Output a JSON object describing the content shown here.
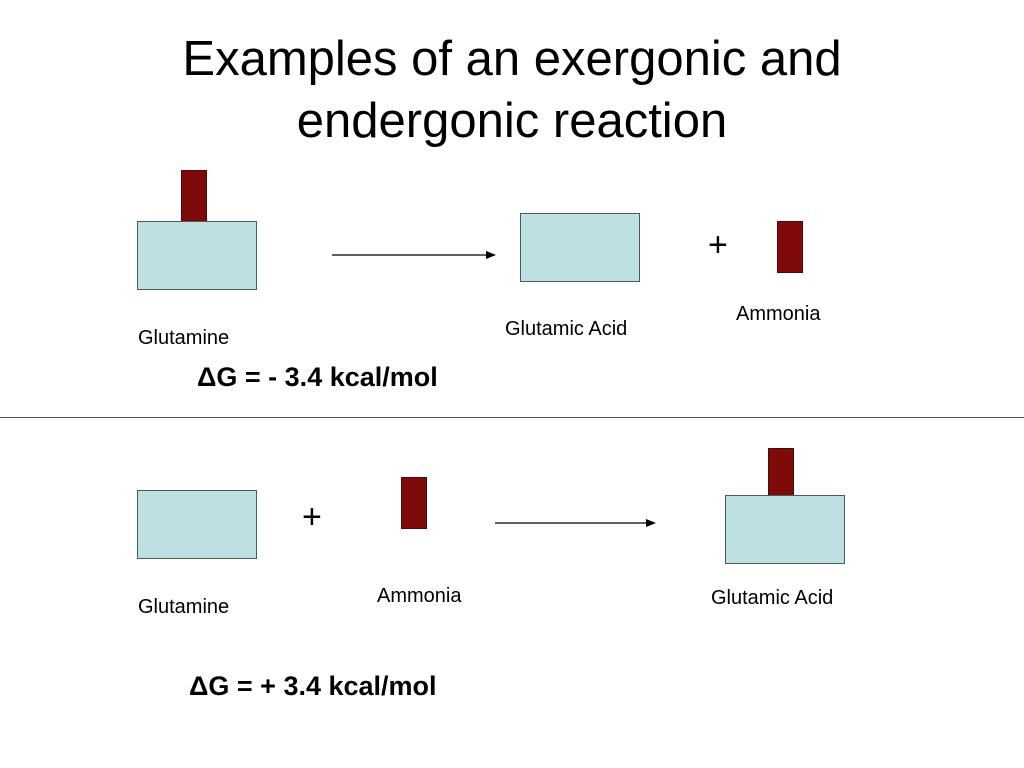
{
  "title": {
    "line1": "Examples of an exergonic and",
    "line2": "endergonic reaction"
  },
  "colors": {
    "molecule_box": "#bfe0e3",
    "ammonia_block": "#7f0a0a",
    "text": "#000000"
  },
  "exergonic": {
    "reactant_label": "Glutamine",
    "product_label": "Glutamic Acid",
    "plus": "+",
    "byproduct_label": "Ammonia",
    "delta_g": "ΔG = - 3.4 kcal/mol"
  },
  "endergonic": {
    "reactant_label": "Glutamine",
    "plus": "+",
    "co_reactant_label": "Ammonia",
    "product_label": "Glutamic Acid",
    "delta_g": "ΔG = + 3.4 kcal/mol"
  }
}
